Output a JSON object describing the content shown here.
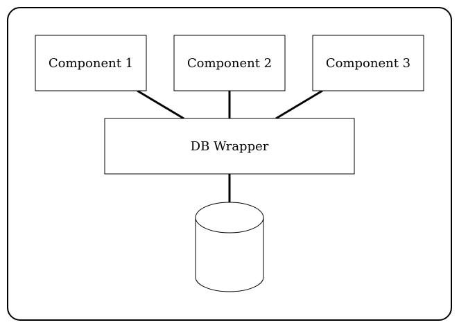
{
  "diagram": {
    "components": [
      {
        "label": "Component 1"
      },
      {
        "label": "Component 2"
      },
      {
        "label": "Component 3"
      }
    ],
    "wrapper": {
      "label": "DB Wrapper"
    },
    "database": {
      "icon": "database-cylinder-icon"
    },
    "colors": {
      "stroke": "#000000",
      "fill": "#ffffff"
    }
  }
}
